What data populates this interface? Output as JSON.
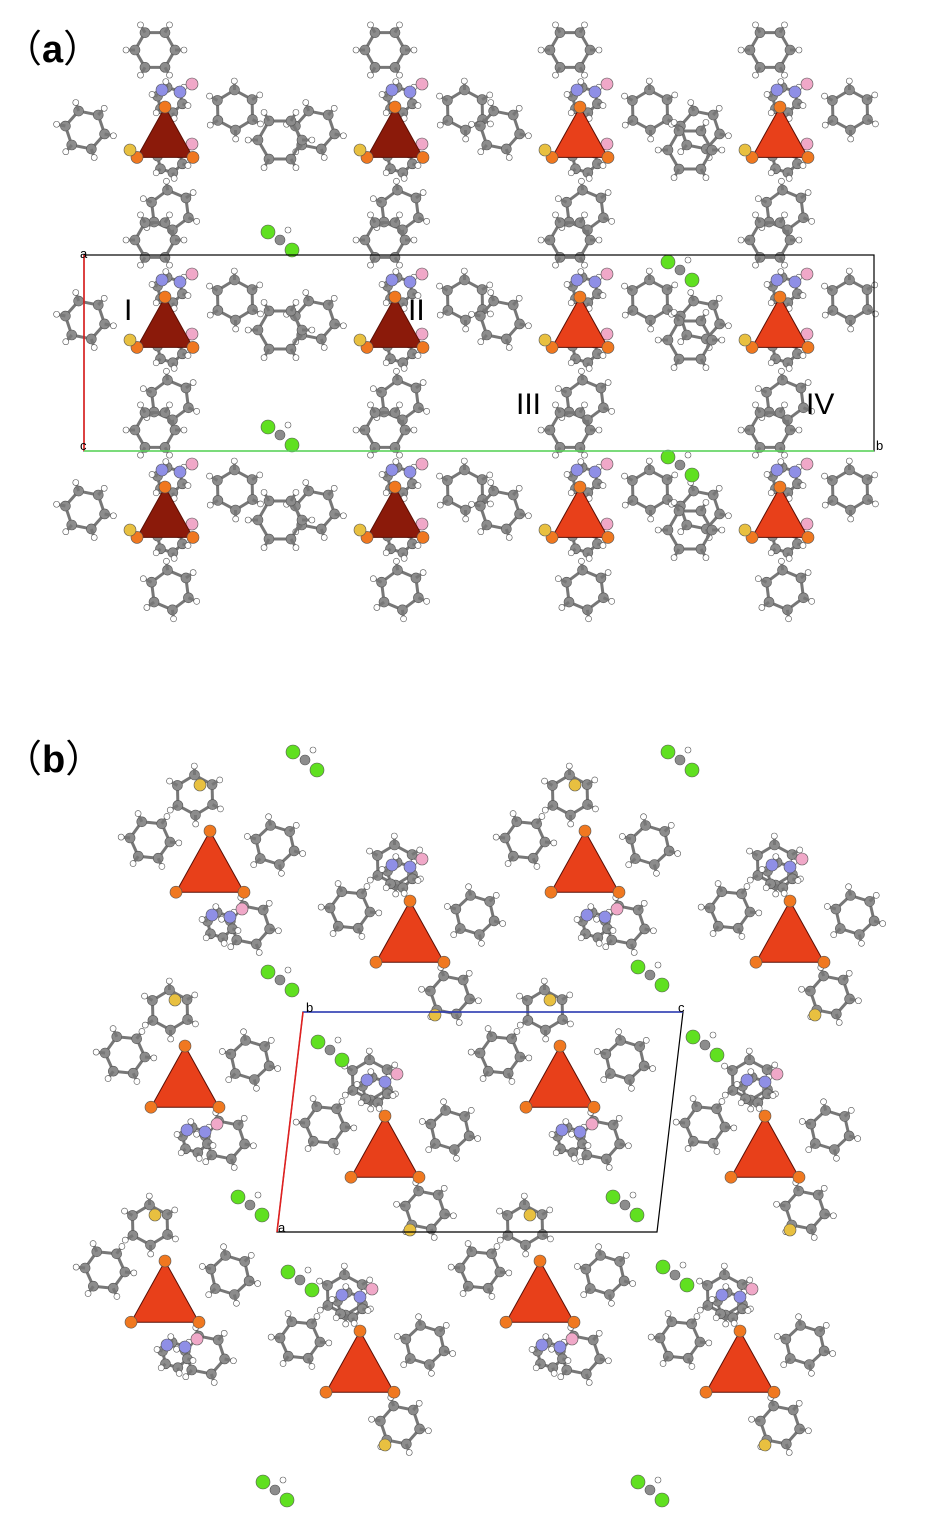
{
  "panel_a": {
    "label_open": "（",
    "label_letter": "a",
    "label_close": "）",
    "molecule_labels": [
      "I",
      "II",
      "III",
      "IV"
    ],
    "cell_axes": {
      "origin": "c",
      "a": "a",
      "b": "b"
    }
  },
  "panel_b": {
    "label_open": "（",
    "label_letter": "b",
    "label_close": "）",
    "cell_axes": {
      "origin": "a",
      "b": "b",
      "c": "c"
    }
  },
  "colors": {
    "carbon": "#8c8c8c",
    "hydrogen": "#ffffff",
    "nitrogen": "#8f8fe6",
    "boron": "#f0a8c8",
    "phosphorus": "#f07820",
    "sulfur": "#e8c040",
    "chlorine": "#60e020",
    "cluster_dark": "#8b1a0a",
    "cluster_light": "#e8401a",
    "axis_a_a": "#e02020",
    "axis_b_a": "#60e060",
    "axis_b_b": "#e02020",
    "axis_c_b": "#3040c0"
  }
}
